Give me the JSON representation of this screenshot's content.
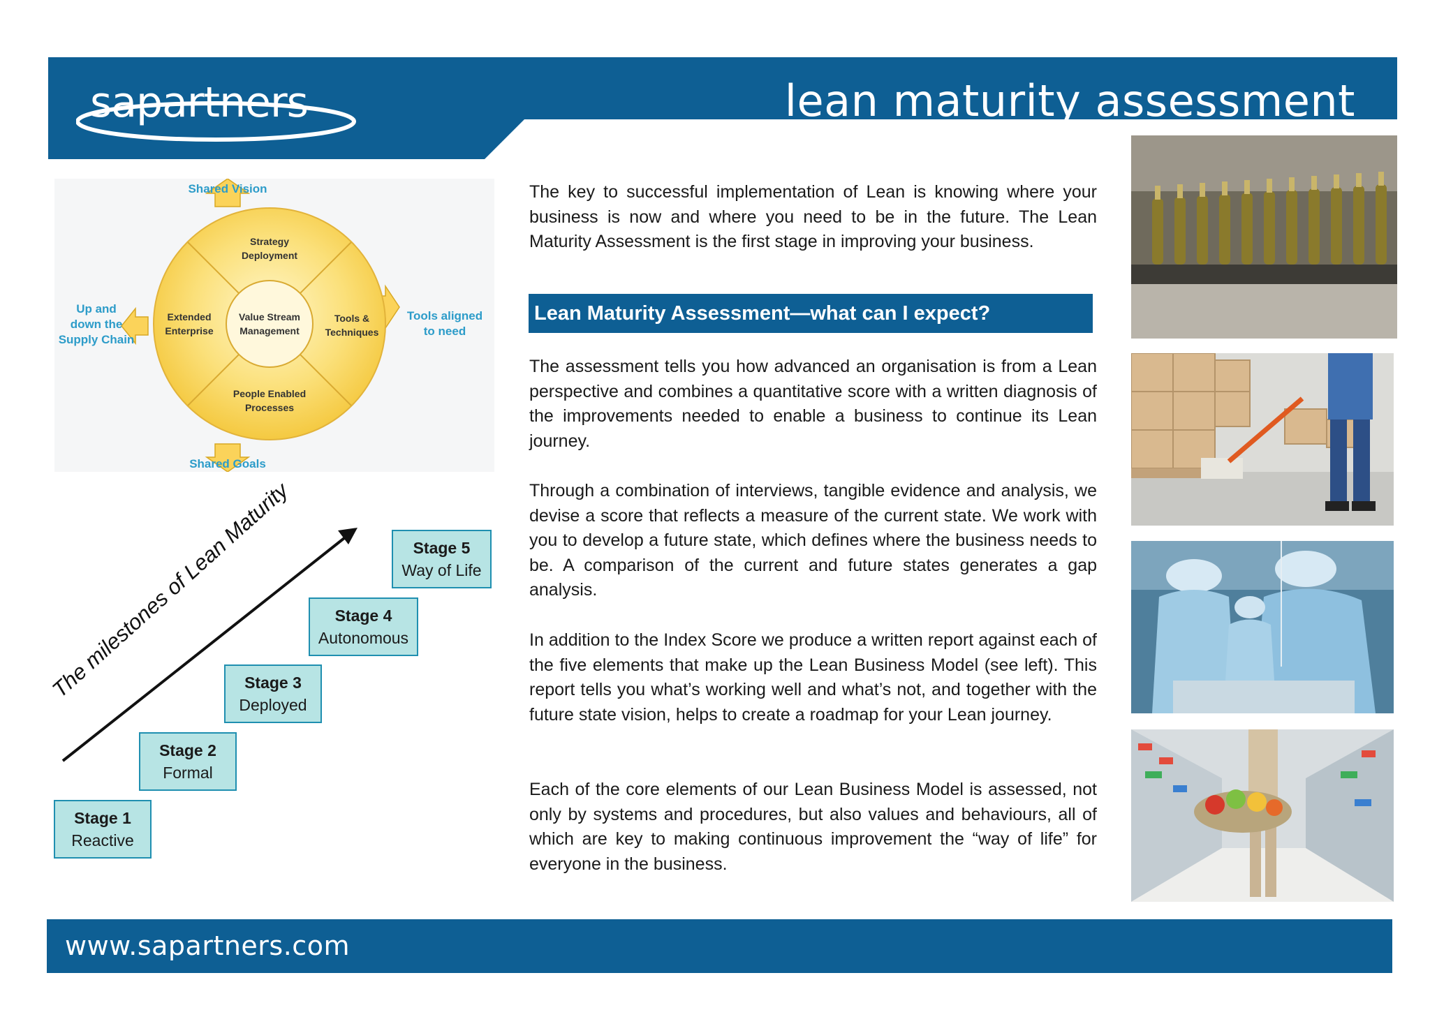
{
  "header": {
    "title": "lean maturity assessment",
    "logo_text": "sapartners"
  },
  "diagram": {
    "top_label": "Shared Vision",
    "bottom_label": "Shared Goals",
    "left_label": [
      "Up and",
      "down the",
      "Supply Chain"
    ],
    "right_label": [
      "Tools aligned",
      "to need"
    ],
    "center": [
      "Value Stream",
      "Management"
    ],
    "segments": {
      "top": [
        "Strategy",
        "Deployment"
      ],
      "left": [
        "Extended",
        "Enterprise"
      ],
      "right": [
        "Tools &",
        "Techniques"
      ],
      "bottom": [
        "People Enabled",
        "Processes"
      ]
    }
  },
  "staircase": {
    "caption": "The milestones of Lean Maturity",
    "stages": [
      {
        "title": "Stage 1",
        "name": "Reactive"
      },
      {
        "title": "Stage 2",
        "name": "Formal"
      },
      {
        "title": "Stage 3",
        "name": "Deployed"
      },
      {
        "title": "Stage 4",
        "name": "Autonomous"
      },
      {
        "title": "Stage 5",
        "name": "Way of Life"
      }
    ]
  },
  "content": {
    "intro": "The key to successful implementation of Lean is knowing where your business is now and where you need to be in the future.  The Lean Maturity Assessment is the first stage in improving your business.",
    "heading": "Lean Maturity Assessment—what can I expect?",
    "p1": "The assessment tells you how advanced an organisation is from a Lean perspective and combines a quantitative score with a written diagnosis of the improvements needed to enable a business to continue its Lean journey.",
    "p2": "Through a combination of interviews, tangible evidence and analysis, we devise a score that reflects a measure of the current state.  We work with you to develop a future state, which defines where the business needs to be.  A comparison of the current and future states generates a gap analysis.",
    "p3": "In addition to the Index Score we produce a written report against each of the five elements that make up the Lean Business Model (see left).  This report tells you what’s working well and what’s not, and together with the future state vision, helps to create a roadmap for your Lean journey.",
    "p4": "Each of the core elements of our Lean Business Model is assessed, not only by systems and procedures, but also values and behaviours, all of which are key to making continuous improvement the “way of life” for everyone in the business."
  },
  "footer": {
    "url": "www.sapartners.com"
  },
  "colors": {
    "brand_blue": "#0e5f94",
    "stage_fill": "#b7e4e4",
    "stage_border": "#1f8fb0",
    "diagram_label": "#2d9cc9",
    "diagram_yellow": "#f7cf4a"
  }
}
